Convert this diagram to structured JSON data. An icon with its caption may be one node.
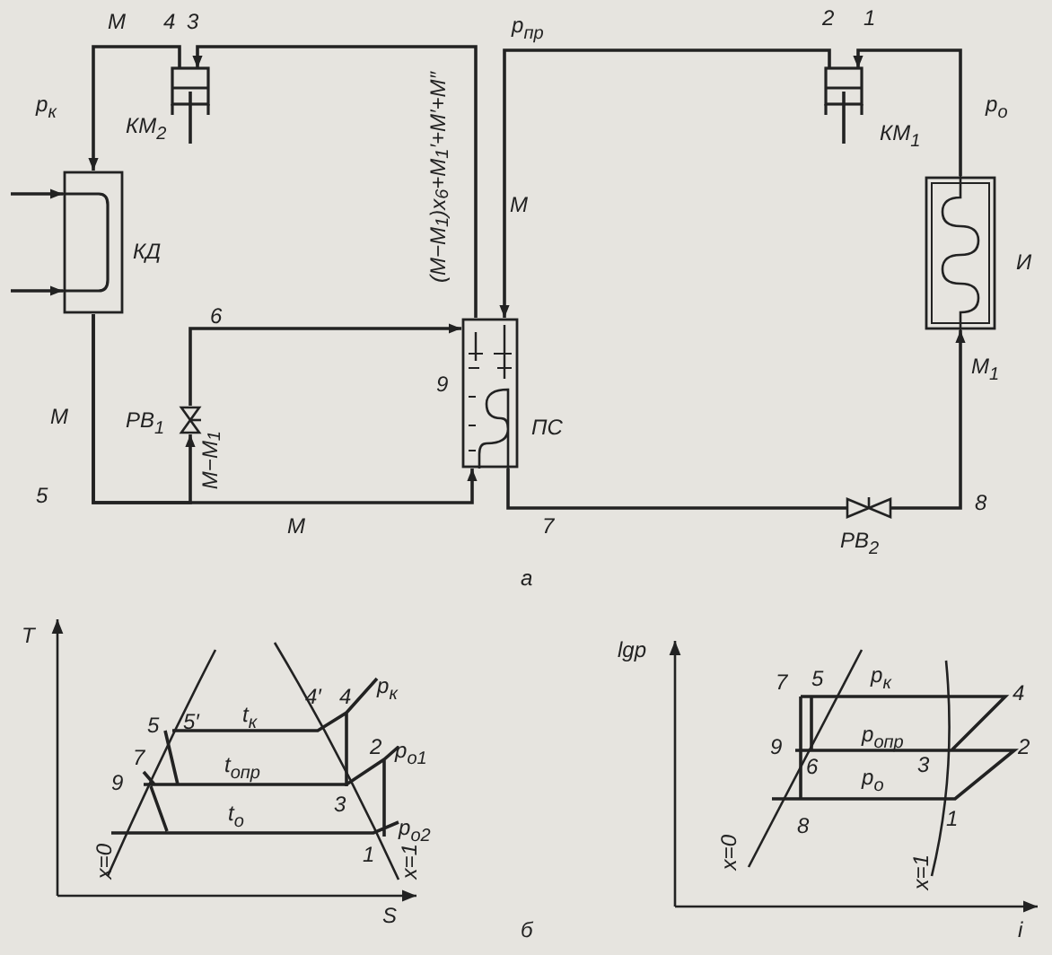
{
  "diagram": {
    "nodes": [
      {
        "text": [
          "КМ$_{2}$"
        ]
      },
      {
        "text": [
          "КД"
        ]
      },
      {
        "text": [
          "РВ$_{1}$"
        ]
      },
      {
        "text": [
          "ПС"
        ],
        "beside": [
          "9"
        ]
      },
      {
        "text": [
          "КМ$_{1}$"
        ]
      },
      {
        "text": [
          "И"
        ]
      },
      {
        "text": [
          "РВ$_{2}$"
        ]
      }
    ],
    "edges": [
      {
        "from": 0,
        "to": 1,
        "arrow": "to"
      },
      {
        "from": 1,
        "to": 3,
        "arrow": "to"
      },
      {
        "from": 1,
        "to": 2,
        "arrow": "to"
      },
      {
        "from": 2,
        "to": 3,
        "arrow": "to"
      },
      {
        "from": 3,
        "to": 0,
        "arrow": "to"
      },
      {
        "from": 4,
        "to": 3,
        "arrow": "to"
      },
      {
        "from": 3,
        "to": 6,
        "arrow": "none"
      },
      {
        "from": 6,
        "to": 5,
        "arrow": "to"
      },
      {
        "from": 5,
        "to": 4,
        "arrow": "to"
      },
      {
        "from": null,
        "to": 1,
        "arrow": "to"
      },
      {
        "from": null,
        "to": 1,
        "arrow": "to"
      }
    ],
    "labels": [
      "M",
      "4",
      "3",
      "p$_{пр}$",
      "2",
      "1",
      "p$_{к}$",
      "p$_{о}$",
      "(M−M$_{1}$)x$_{6}$+M$_{1}$′+M′+M″",
      "M",
      "6",
      "M$_{1}$",
      "M",
      "M−M$_{1}$",
      "5",
      "7",
      "8",
      "M",
      "а",
      "T",
      "4′",
      "4",
      "p$_{к}$",
      "5",
      "5′",
      "t$_{к}$",
      "7",
      "t$_{опр}$",
      "2",
      "p$_{о1}$",
      "9",
      "3",
      "t$_{о}$",
      "p$_{о2}$",
      "x=0",
      "1",
      "x=1",
      "S",
      "lgp",
      "7",
      "5",
      "p$_{к}$",
      "4",
      "9",
      "p$_{опр}$",
      "2",
      "6",
      "p$_{о}$",
      "3",
      "8",
      "1",
      "x=0",
      "x=1",
      "б",
      "i"
    ]
  }
}
